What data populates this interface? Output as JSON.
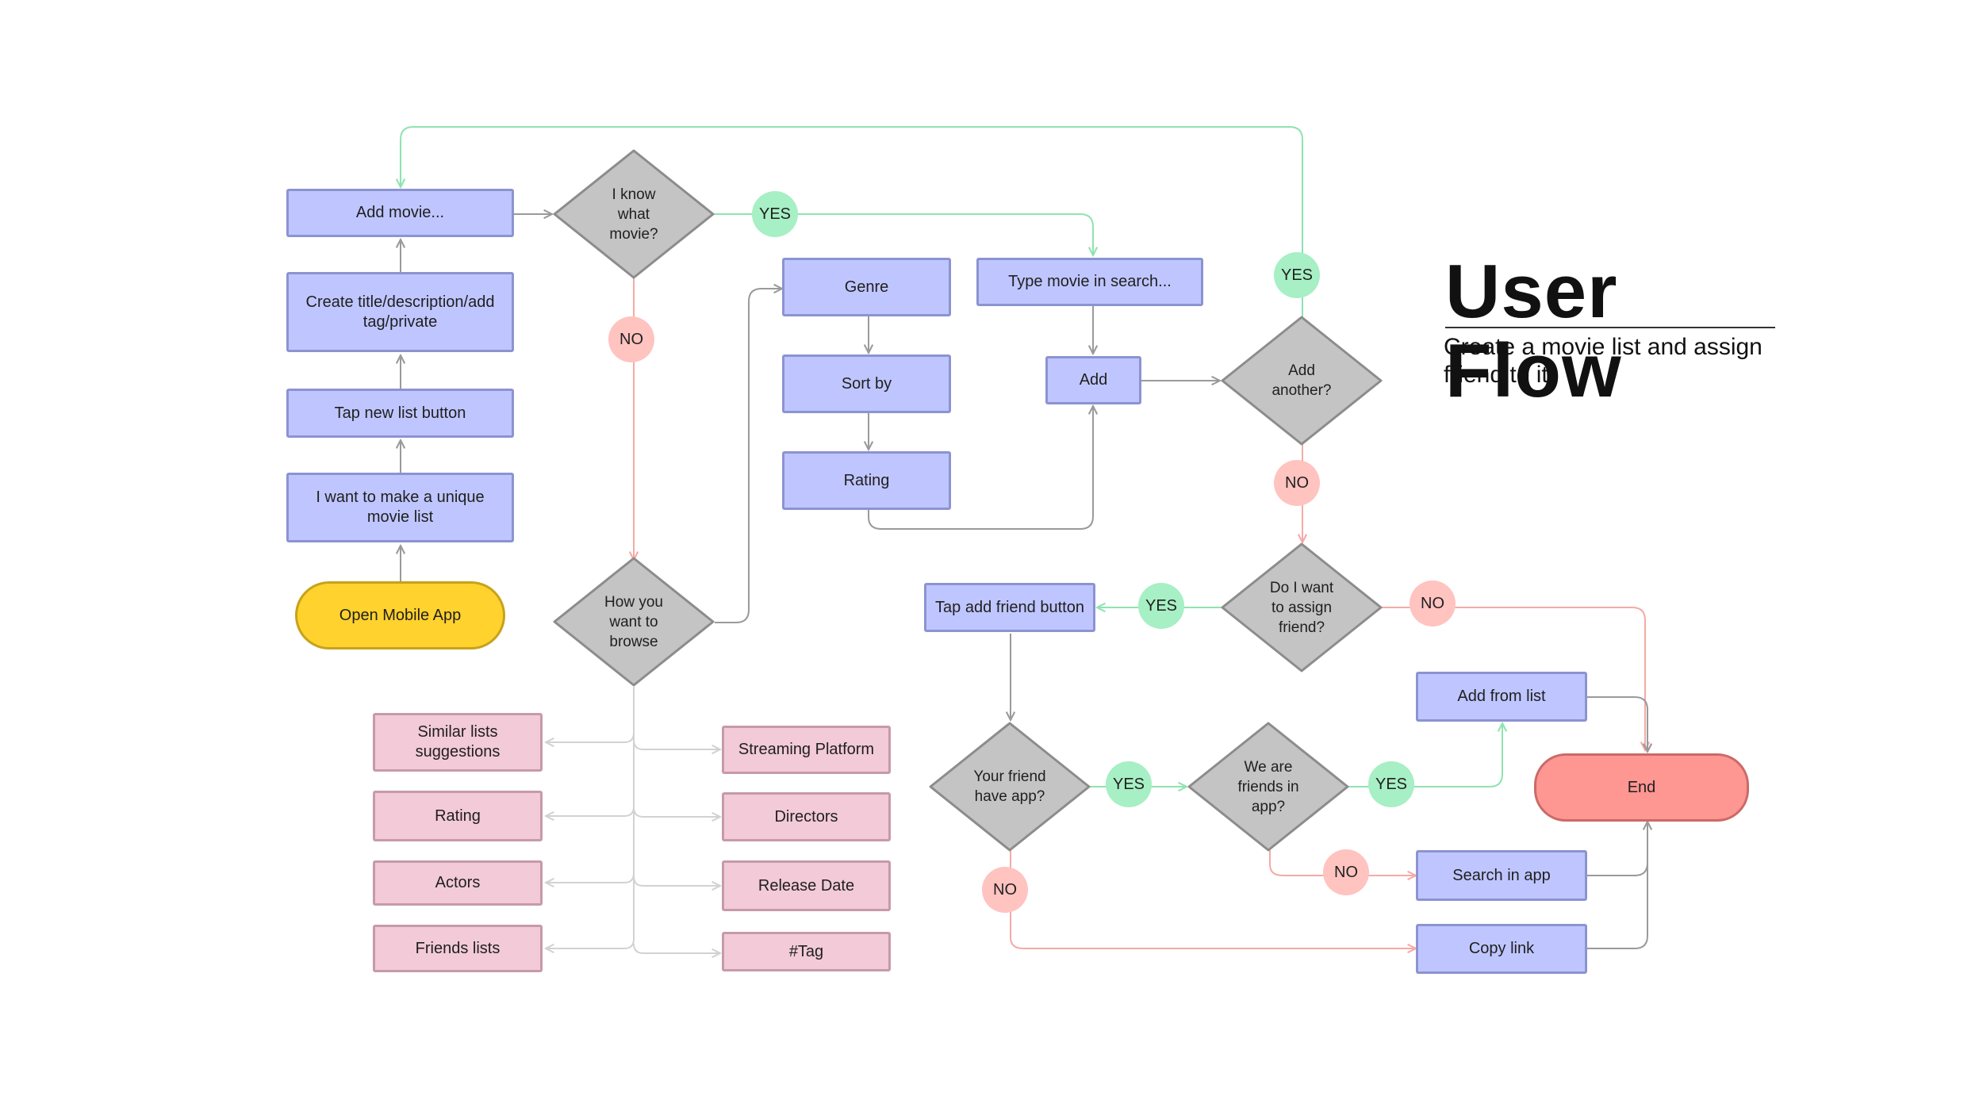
{
  "header": {
    "title": "User Flow",
    "subtitle": "Create a movie list and assign friend to it"
  },
  "nodes": {
    "open_app": "Open Mobile App",
    "unique_list": "I want to make a unique movie list",
    "tap_new_list": "Tap new list button",
    "create_title": "Create title/description/add tag/private",
    "add_movie": "Add movie...",
    "know_movie": "I know what movie?",
    "how_browse": "How you want to browse",
    "genre": "Genre",
    "sort_by": "Sort by",
    "rating": "Rating",
    "type_search": "Type movie in search...",
    "add": "Add",
    "add_another": "Add another?",
    "assign_friend": "Do I want to assign friend?",
    "tap_add_friend": "Tap add friend button",
    "friend_have_app": "Your friend have app?",
    "friends_in_app": "We are friends in app?",
    "add_from_list": "Add from list",
    "search_in_app": "Search in app",
    "copy_link": "Copy link",
    "end": "End"
  },
  "browse_left": [
    "Similar lists suggestions",
    "Rating",
    "Actors",
    "Friends lists"
  ],
  "browse_right": [
    "Streaming Platform",
    "Directors",
    "Release Date",
    "#Tag"
  ],
  "labels": {
    "yes": "YES",
    "no": "NO"
  },
  "colors": {
    "process": "#bfc6ff",
    "browse_option": "#f2cad8",
    "start": "#ffd22e",
    "end": "#fe9692",
    "decision": "#c4c4c4",
    "yes_path": "#a7efc4",
    "no_path": "#ffc3c0",
    "connector": "#9a9a9a"
  }
}
